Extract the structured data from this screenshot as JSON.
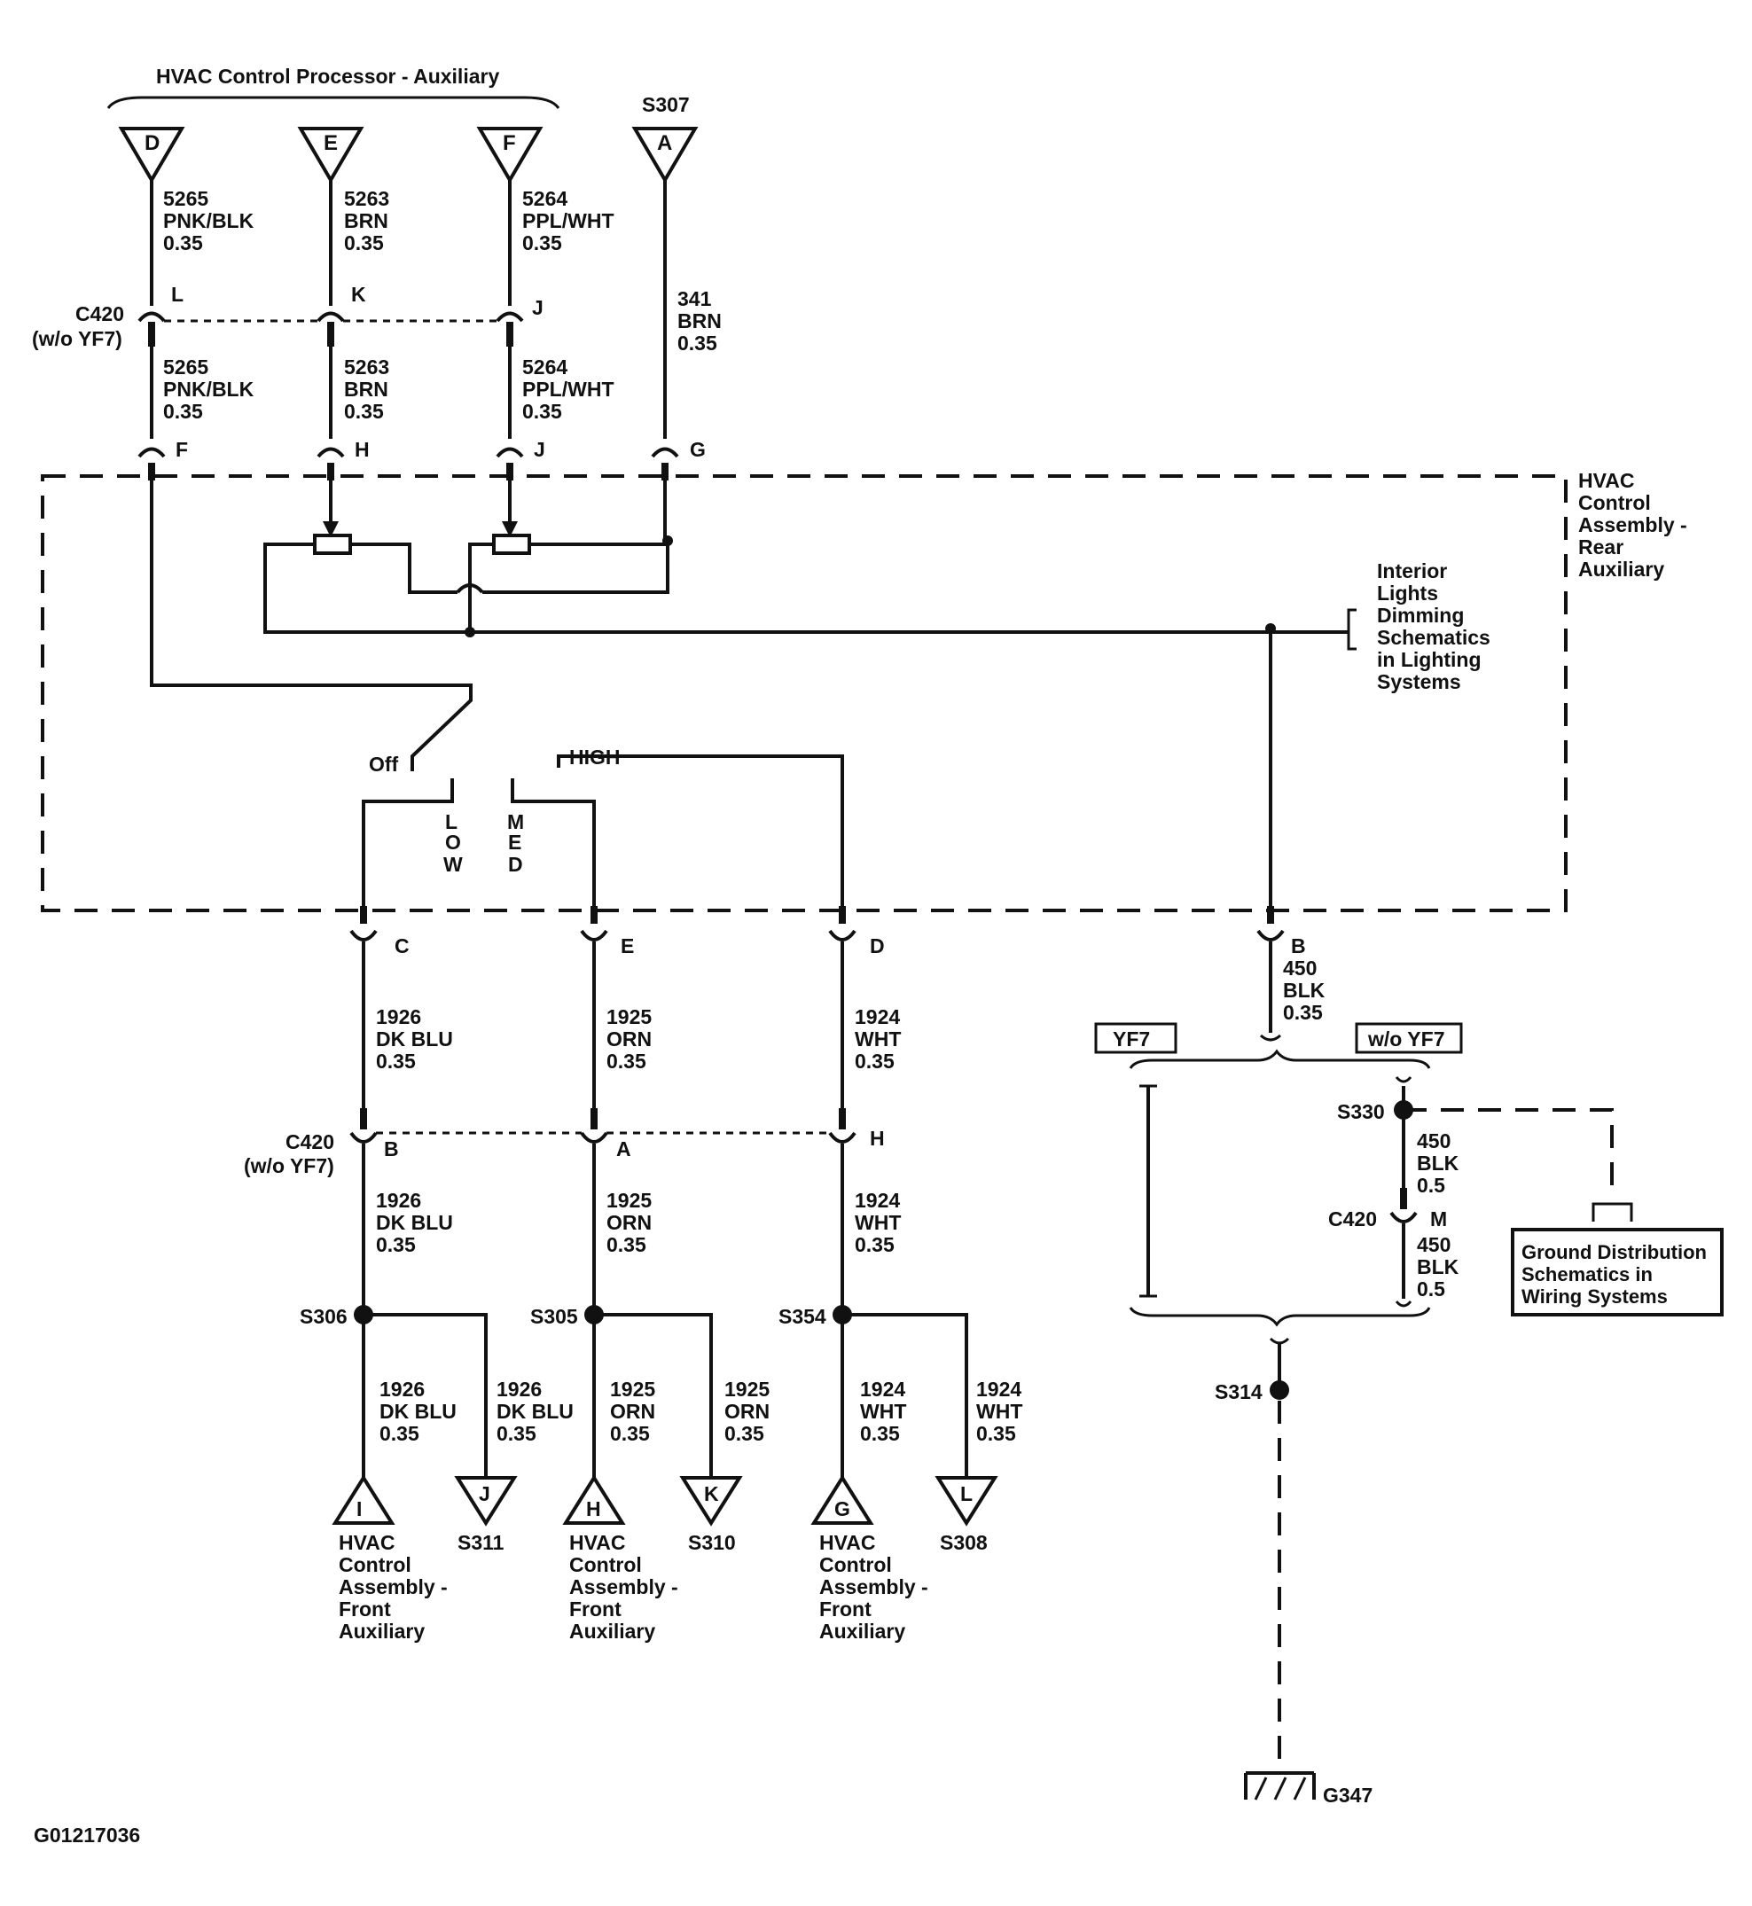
{
  "header": {
    "title": "HVAC Control Processor - Auxiliary",
    "s307": "S307"
  },
  "top_terminals": [
    "D",
    "E",
    "F",
    "A"
  ],
  "top_wires": [
    [
      "5265",
      "PNK/BLK",
      "0.35"
    ],
    [
      "5263",
      "BRN",
      "0.35"
    ],
    [
      "5264",
      "PPL/WHT",
      "0.35"
    ],
    [
      "341",
      "BRN",
      "0.35"
    ]
  ],
  "c420_top": {
    "label": "C420",
    "sublabel": "(w/o YF7)",
    "pins": [
      "L",
      "K",
      "J"
    ]
  },
  "assembly_pins_top": [
    "F",
    "H",
    "J",
    "G"
  ],
  "assembly": {
    "label_lines": [
      "HVAC",
      "Control",
      "Assembly -",
      "Rear",
      "Auxiliary"
    ]
  },
  "dimming": {
    "lines": [
      "Interior",
      "Lights",
      "Dimming",
      "Schematics",
      "in Lighting",
      "Systems"
    ]
  },
  "switch": {
    "off": "Off",
    "low": "L\nO\nW",
    "med": "M\nE\nD",
    "high": "HIGH"
  },
  "assembly_pins_bottom": [
    "C",
    "E",
    "D",
    "B"
  ],
  "bottom_wires": [
    [
      "1926",
      "DK BLU",
      "0.35"
    ],
    [
      "1925",
      "ORN",
      "0.35"
    ],
    [
      "1924",
      "WHT",
      "0.35"
    ]
  ],
  "ground_wire": [
    "450",
    "BLK",
    "0.35"
  ],
  "c420_bottom": {
    "label": "C420",
    "sublabel": "(w/o YF7)",
    "pins": [
      "B",
      "A",
      "H"
    ]
  },
  "splices": [
    "S306",
    "S305",
    "S354"
  ],
  "branches": {
    "terminals": [
      "I",
      "J",
      "H",
      "K",
      "G",
      "L"
    ],
    "dest_splices": [
      "S311",
      "S310",
      "S308"
    ],
    "dest_label_lines": [
      "HVAC",
      "Control",
      "Assembly -",
      "Front",
      "Auxiliary"
    ]
  },
  "options": {
    "yf7": "YF7",
    "wo_yf7": "w/o YF7"
  },
  "ground": {
    "s330": "S330",
    "wire_a": [
      "450",
      "BLK",
      "0.5"
    ],
    "c420": "C420",
    "pin_m": "M",
    "wire_b": [
      "450",
      "BLK",
      "0.5"
    ],
    "s314": "S314",
    "g347": "G347",
    "box_lines": [
      "Ground Distribution",
      "Schematics in",
      "Wiring Systems"
    ]
  },
  "figure_id": "G01217036"
}
